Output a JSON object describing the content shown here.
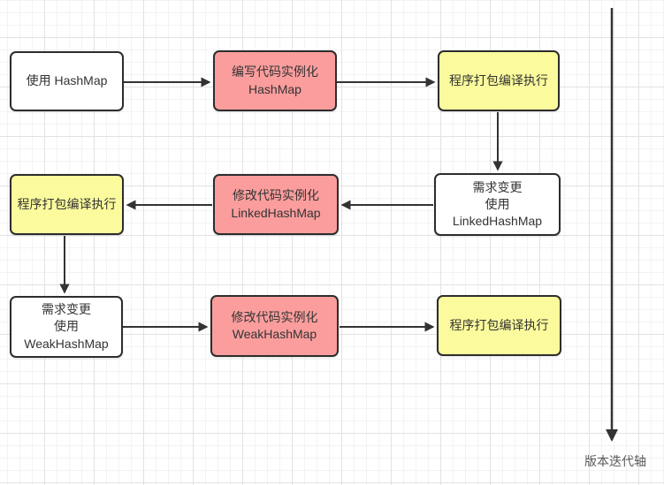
{
  "diagram": {
    "axis": {
      "label": "版本迭代轴"
    },
    "colors": {
      "node_red": "#FB9D9D",
      "node_yellow": "#FBFB9D",
      "node_white": "#FFFFFF",
      "border": "#2D2D2D",
      "arrow": "#333333",
      "text": "#333333",
      "grid_minor": "#F3F3F3",
      "grid_major": "#E2E2E2"
    },
    "nodes": [
      {
        "id": "use-hashmap",
        "fill": "white",
        "lines": [
          "使用 HashMap"
        ]
      },
      {
        "id": "write-code-hashmap",
        "fill": "red",
        "lines": [
          "编写代码实例化",
          "HashMap"
        ]
      },
      {
        "id": "build-run-1",
        "fill": "yellow",
        "lines": [
          "程序打包编译执行"
        ]
      },
      {
        "id": "require-change-linkedhashmap",
        "fill": "white",
        "lines": [
          "需求变更",
          "使用",
          "LinkedHashMap"
        ]
      },
      {
        "id": "modify-code-linkedhashmap",
        "fill": "red",
        "lines": [
          "修改代码实例化",
          "LinkedHashMap"
        ]
      },
      {
        "id": "build-run-2",
        "fill": "yellow",
        "lines": [
          "程序打包编译执行"
        ]
      },
      {
        "id": "require-change-weakhashmap",
        "fill": "white",
        "lines": [
          "需求变更",
          "使用",
          "WeakHashMap"
        ]
      },
      {
        "id": "modify-code-weakhashmap",
        "fill": "red",
        "lines": [
          "修改代码实例化",
          "WeakHashMap"
        ]
      },
      {
        "id": "build-run-3",
        "fill": "yellow",
        "lines": [
          "程序打包编译执行"
        ]
      }
    ]
  }
}
